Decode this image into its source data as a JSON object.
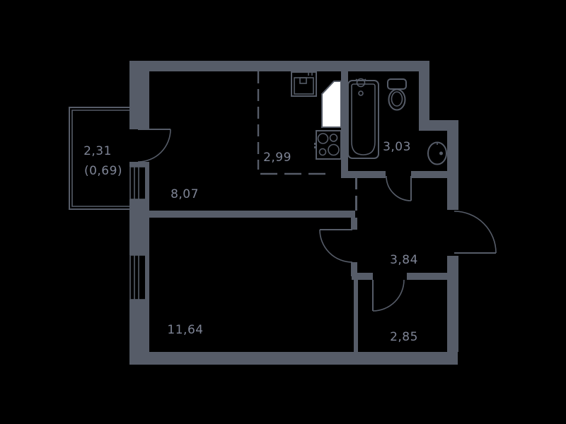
{
  "plan": {
    "type": "apartment-floor-plan",
    "rooms": [
      {
        "id": "balcony",
        "label": "2,31",
        "label_secondary": "(0,69)"
      },
      {
        "id": "hall",
        "label": "8,07"
      },
      {
        "id": "kitchen_zone",
        "label": "2,99"
      },
      {
        "id": "bathroom",
        "label": "3,03"
      },
      {
        "id": "hallway",
        "label": "3,84"
      },
      {
        "id": "storage",
        "label": "2,85"
      },
      {
        "id": "bedroom",
        "label": "11,64"
      }
    ],
    "fixtures": [
      "kitchen-sink",
      "refrigerator",
      "stove",
      "bathtub",
      "shower-mixer",
      "toilet",
      "washbasin"
    ],
    "colors": {
      "background": "#000000",
      "walls": "#565c68",
      "labels": "#7e8495",
      "fixture_fill": "#ffffff"
    }
  }
}
